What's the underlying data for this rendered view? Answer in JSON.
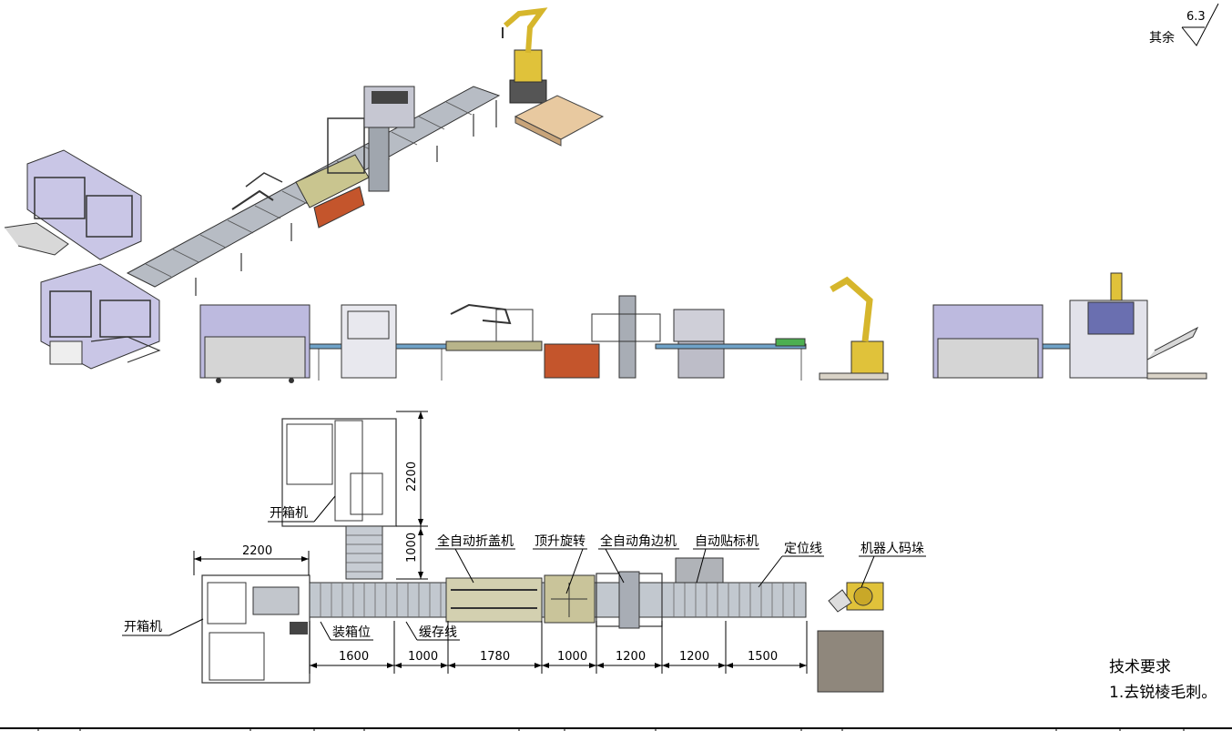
{
  "surface_finish": {
    "prefix": "其余",
    "value": "6.3"
  },
  "labels": {
    "unpacker_top": "开箱机",
    "unpacker_left": "开箱机",
    "packing_position": "装箱位",
    "buffer_line": "缓存线",
    "auto_folder": "全自动折盖机",
    "lift_rotate": "顶升旋转",
    "auto_corner": "全自动角边机",
    "auto_labeler": "自动贴标机",
    "positioning_line": "定位线",
    "robot_palletizer": "机器人码垛"
  },
  "dimensions": {
    "top_width": "2200",
    "vertical_2200": "2200",
    "vertical_1000": "1000",
    "seg1": "1600",
    "seg2": "1000",
    "seg3": "1780",
    "seg4": "1000",
    "seg5": "1200",
    "seg6": "1200",
    "seg7": "1500"
  },
  "tech_requirements": {
    "title": "技术要求",
    "item1": "1.去锐棱毛刺。"
  },
  "colors": {
    "frame": "#8a8f9a",
    "glass": "#b9b6dc",
    "roller": "#9aa3ad",
    "robot": "#e0c23a",
    "pallet": "#e8c9a0",
    "red_box": "#c4552c",
    "olive": "#b8b48a"
  }
}
